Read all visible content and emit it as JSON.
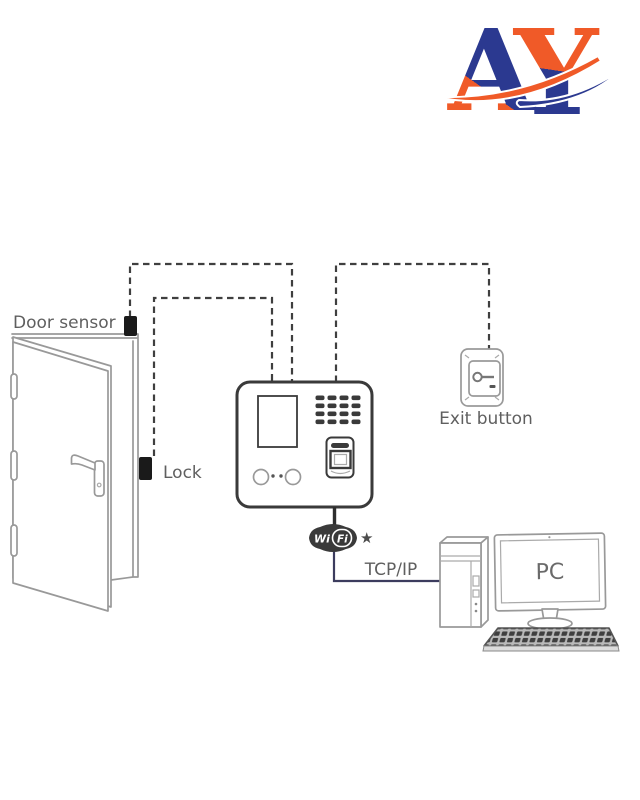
{
  "app": {
    "type": "access-control-installation-diagram",
    "background": "#ffffff"
  },
  "logo": {
    "letter_a": "A",
    "letter_y": "Y",
    "navy": "#2b3990",
    "orange": "#f05a28"
  },
  "diagram": {
    "labels": {
      "door_sensor": "Door sensor",
      "lock": "Lock",
      "exit_button": "Exit button",
      "tcp_ip": "TCP/IP",
      "pc": "PC"
    },
    "wifi": {
      "wi": "Wi",
      "fi": "Fi",
      "star": "★"
    },
    "colors": {
      "line_art": "#999999",
      "device_ink": "#3a3a3a",
      "dashed_wire": "#3f3f3f",
      "solid_wire": "#2e2e2e",
      "tcp_wire": "#3c3c5e",
      "label_text": "#5f5f5f",
      "connector_block": "#1a1a1a",
      "wifi_badge": "#3a3a3a",
      "star": "#4c4c4c"
    },
    "nodes": [
      "door",
      "door-sensor",
      "lock",
      "access-control-terminal",
      "exit-button",
      "wifi",
      "pc"
    ],
    "connections": [
      {
        "from": "door-sensor",
        "to": "access-control-terminal",
        "style": "dashed"
      },
      {
        "from": "lock",
        "to": "access-control-terminal",
        "style": "dashed"
      },
      {
        "from": "exit-button",
        "to": "access-control-terminal",
        "style": "dashed"
      },
      {
        "from": "access-control-terminal",
        "to": "pc",
        "style": "solid",
        "label": "TCP/IP",
        "via": "WiFi"
      }
    ]
  }
}
